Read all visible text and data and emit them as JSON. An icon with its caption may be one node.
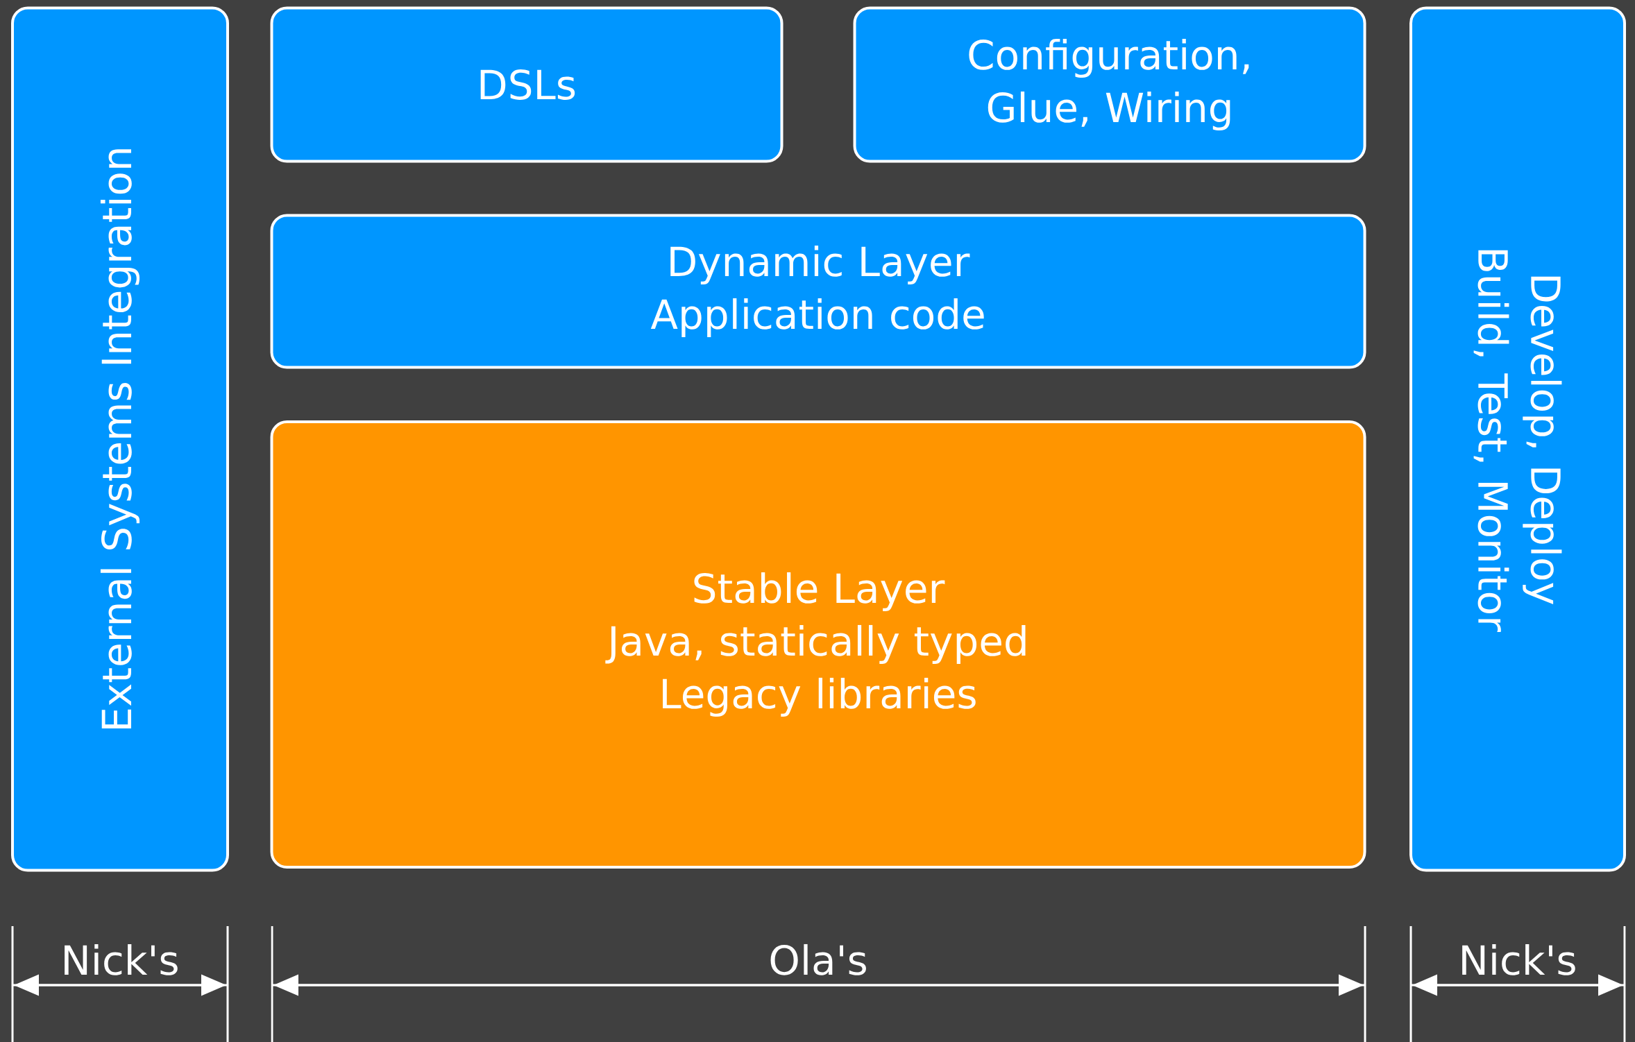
{
  "diagram": {
    "nodes": [
      {
        "text": [
          "External Systems Integration"
        ]
      },
      {
        "text": [
          "DSLs"
        ]
      },
      {
        "text": [
          "Configuration, Glue, Wiring"
        ]
      },
      {
        "text": [
          "Dynamic Layer",
          "Application code"
        ]
      },
      {
        "text": [
          "Stable Layer",
          "Java, statically typed",
          "Legacy libraries"
        ]
      },
      {
        "text": [
          "Develop, Deploy",
          "Build, Test, Monitor"
        ]
      }
    ],
    "labels": [
      "Nick's",
      "Ola's",
      "Nick's"
    ]
  }
}
